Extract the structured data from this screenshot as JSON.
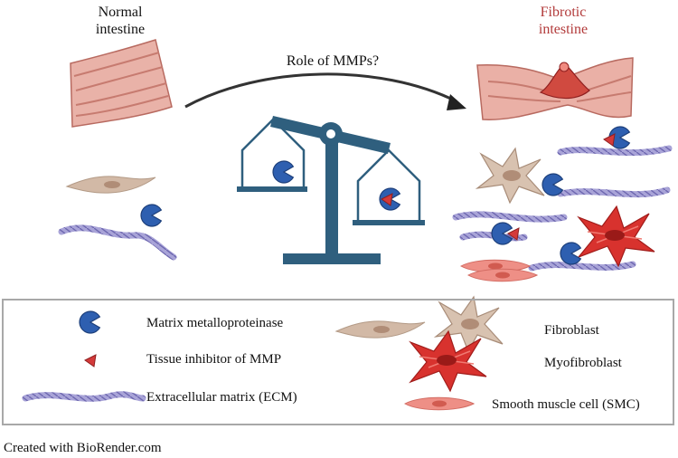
{
  "titles": {
    "normal": "Normal intestine",
    "fibrotic": "Fibrotic intestine",
    "question": "Role of MMPs?"
  },
  "legend": {
    "mmp": "Matrix metalloproteinase",
    "timp": "Tissue inhibitor of MMP",
    "ecm": "Extracellular matrix (ECM)",
    "fibroblast": "Fibroblast",
    "myofibroblast": "Myofibroblast",
    "smc": "Smooth muscle cell (SMC)"
  },
  "footer": "Created with BioRender.com",
  "colors": {
    "mmp": "#2e5fb0",
    "timp": "#d43a3a",
    "ecm": "#8a84c8",
    "fibroblast": "#d2b9a6",
    "myofibroblast": "#d8322e",
    "smc": "#ee8f86",
    "scale": "#2f5f7e",
    "fibrotic_title": "#b23a3a"
  }
}
